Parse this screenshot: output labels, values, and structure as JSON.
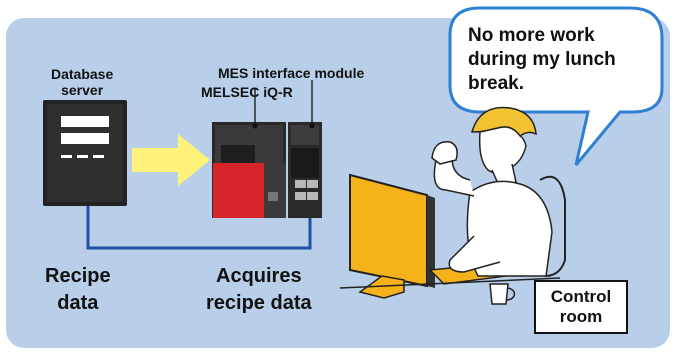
{
  "labels": {
    "database_server": "Database\nserver",
    "mes_module": "MES interface module",
    "melsec": "MELSEC iQ-R",
    "recipe_data": "Recipe\ndata",
    "acquires": "Acquires\nrecipe data",
    "speech": "No more work during my lunch break.",
    "control_room": "Control\nroom"
  },
  "colors": {
    "panel": "#b9cfe9",
    "connector": "#1f4fa8",
    "arrow": "#fff27a",
    "plc_red": "#d7232a",
    "plc_dark": "#2a2a2a",
    "monitor": "#f6b21a",
    "bubble_border": "#2f7fd3"
  }
}
